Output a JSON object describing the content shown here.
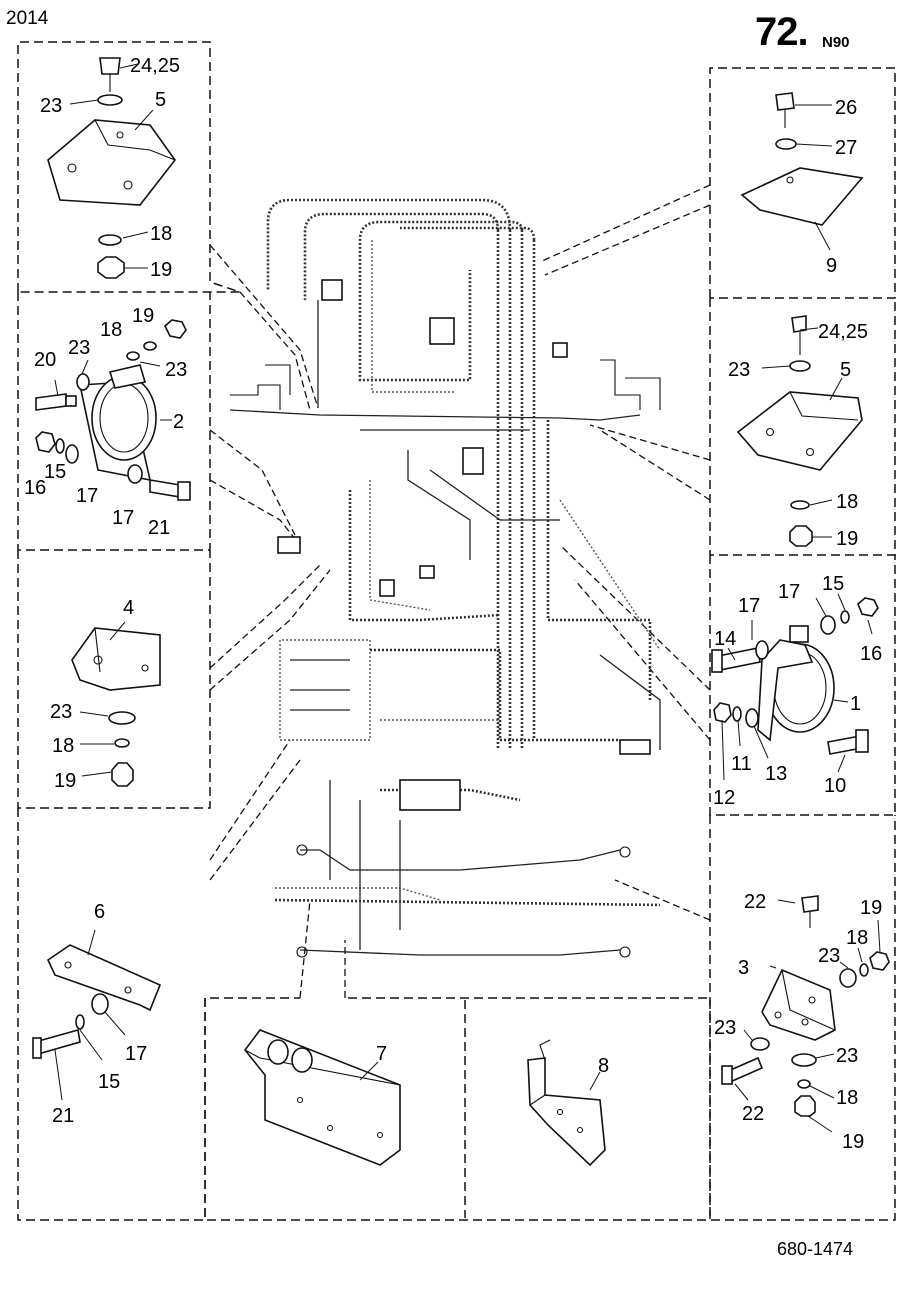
{
  "header": {
    "year": "2014",
    "page_number": "72.",
    "page_code": "N90",
    "drawing_ref": "680-1474"
  },
  "callouts": {
    "p24_25_a": "24,25",
    "p23_a": "23",
    "p5_a": "5",
    "p18_a": "18",
    "p19_a": "19",
    "p26": "26",
    "p27": "27",
    "p9": "9",
    "p24_25_b": "24,25",
    "p23_b": "23",
    "p5_b": "5",
    "p18_b": "18",
    "p19_b": "19",
    "p19_c": "19",
    "p18_c": "18",
    "p20": "20",
    "p23_c": "23",
    "p23_d": "23",
    "p2": "2",
    "p16_a": "16",
    "p15_a": "15",
    "p17_a": "17",
    "p17_b": "17",
    "p21_a": "21",
    "p4": "4",
    "p23_e": "23",
    "p18_d": "18",
    "p19_d": "19",
    "p17_c": "17",
    "p17_d": "17",
    "p15_b": "15",
    "p16_b": "16",
    "p14": "14",
    "p1": "1",
    "p12": "12",
    "p11": "11",
    "p13": "13",
    "p10": "10",
    "p6": "6",
    "p17_e": "17",
    "p15_c": "15",
    "p21_b": "21",
    "p7": "7",
    "p8": "8",
    "p22_a": "22",
    "p19_e": "19",
    "p18_e": "18",
    "p23_f": "23",
    "p3": "3",
    "p23_g": "23",
    "p23_h": "23",
    "p18_f": "18",
    "p22_b": "22",
    "p19_f": "19"
  },
  "colors": {
    "ink": "#111111",
    "paper": "#ffffff"
  }
}
